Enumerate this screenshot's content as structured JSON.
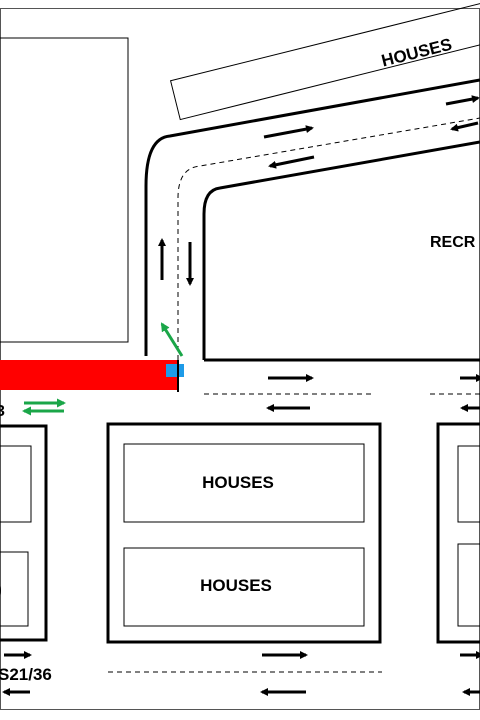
{
  "labels": {
    "houses_top": "HOUSES",
    "recreation_partial": "RECR",
    "houses_block_upper": "HOUSES",
    "houses_block_lower": "HOUSES",
    "left_edge_code": "3",
    "bottom_left_code": "S21/36",
    "left_block_small_label": ")"
  },
  "colors": {
    "road_line": "#000000",
    "barrier": "#ff0000",
    "marker": "#1e9be8",
    "green_arrow": "#1aa648",
    "background": "#ffffff"
  },
  "icons": {
    "barrier": "red-barrier-bar",
    "marker": "blue-square-marker",
    "arrows": "traffic-direction-arrow"
  }
}
